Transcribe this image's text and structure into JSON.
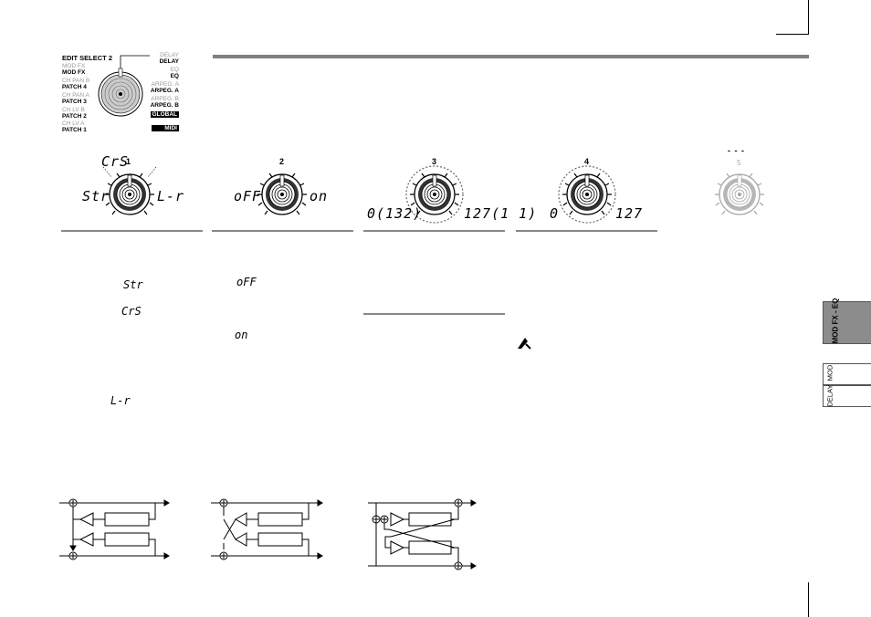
{
  "panel": {
    "title": "EDIT SELECT 2",
    "left_items": [
      {
        "alt": "MOD FX",
        "main": "MOD FX"
      },
      {
        "alt": "CH PAN B",
        "main": "PATCH 4"
      },
      {
        "alt": "CH PAN A",
        "main": "PATCH 3"
      },
      {
        "alt": "CH LV B",
        "main": "PATCH 2"
      },
      {
        "alt": "CH LV A",
        "main": "PATCH 1"
      }
    ],
    "right_items": [
      {
        "alt": "DELAY",
        "main": "DELAY"
      },
      {
        "alt": "EQ",
        "main": "EQ"
      },
      {
        "alt": "ARPEG. A",
        "main": "ARPEG. A"
      },
      {
        "alt": "ARPEG. B",
        "main": "ARPEG. B"
      },
      {
        "alt": "",
        "main": "GLOBAL"
      },
      {
        "alt": "",
        "main": "MIDI"
      }
    ]
  },
  "knobs": [
    {
      "number": "1",
      "top_label": "CrS",
      "left_label": "Str",
      "right_label": "L-r"
    },
    {
      "number": "2",
      "left_label": "oFF",
      "right_label": "on"
    },
    {
      "number": "3",
      "left_label": "0(132)",
      "right_label": "127(1 1)"
    },
    {
      "number": "4",
      "left_label": "0",
      "right_label": "127"
    },
    {
      "number": "5",
      "top_label": "- - -"
    }
  ],
  "body": {
    "col1": {
      "str": "Str",
      "crs": "CrS",
      "lr": "L-r"
    },
    "col2": {
      "off": "oFF",
      "on": "on"
    }
  },
  "side_tabs": {
    "main": "MOD FX - EQ",
    "mod": "MOD",
    "delay": "DELAY"
  }
}
